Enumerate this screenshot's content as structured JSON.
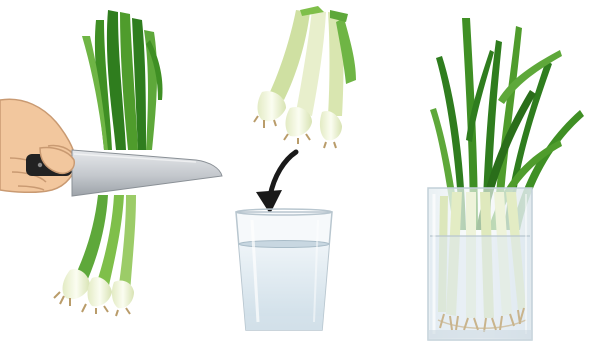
{
  "image": {
    "panels": [
      {
        "name": "cut-scallions-panel",
        "icon": "knife-icon"
      },
      {
        "name": "place-roots-in-water-panel",
        "icon": "arrow-down-icon"
      },
      {
        "name": "regrown-scallions-panel",
        "icon": "vase-icon"
      }
    ],
    "colors": {
      "background": "#ffffff",
      "leaf_dark": "#2f7d1e",
      "leaf_mid": "#4f9c2c",
      "leaf_light": "#7fbf4a",
      "stalk": "#eef3da",
      "root": "#c9b48c",
      "skin": "#f2c79e",
      "blade": "#c9ccd0",
      "handle": "#222222",
      "water": "#dce8f0",
      "glass_edge": "#b8c6cf",
      "arrow": "#1a1a1a"
    }
  }
}
